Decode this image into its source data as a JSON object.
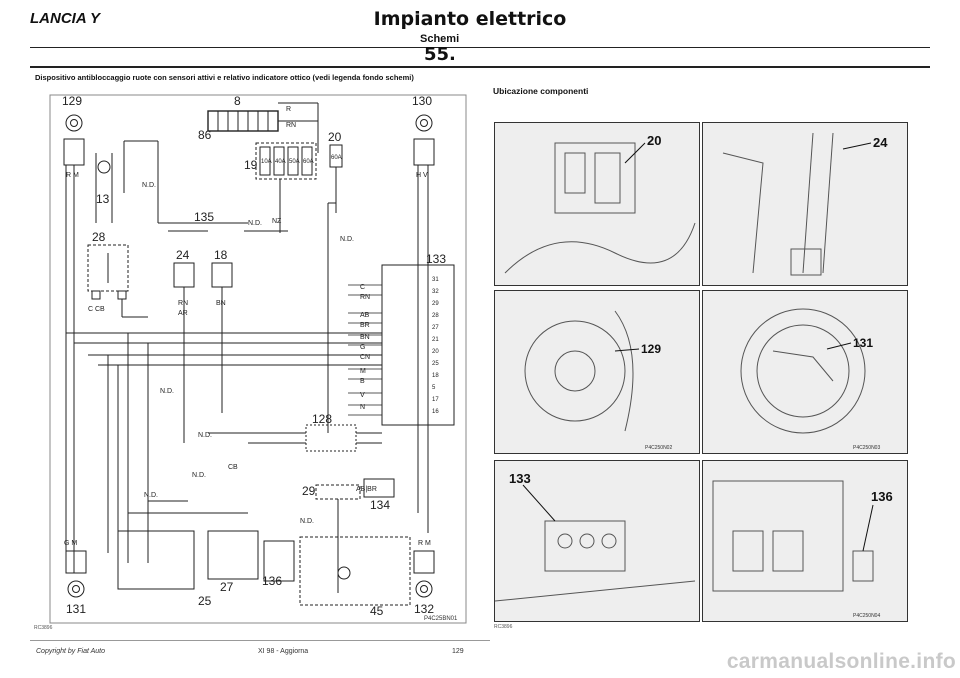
{
  "header": {
    "brand": "LANCIA Y",
    "title": "Impianto elettrico",
    "subtitle": "Schemi",
    "page_number": "55."
  },
  "diagram": {
    "caption": "Dispositivo antibloccaggio ruote con sensori attivi e relativo indicatore ottico (vedi legenda fondo schemi)",
    "ref_code": "P4C25BN01",
    "corner_code": "RC3896",
    "components": {
      "c129": "129",
      "c8": "8",
      "c130": "130",
      "c86": "86",
      "c20": "20",
      "c19": "19",
      "c13": "13",
      "c135": "135",
      "c28": "28",
      "c24": "24",
      "c18": "18",
      "c133": "133",
      "c128": "128",
      "c29": "29",
      "c134": "134",
      "c131": "131",
      "c27": "27",
      "c136": "136",
      "c25": "25",
      "c45": "45",
      "c132": "132"
    },
    "wire_labels": {
      "nd": "N.D.",
      "n": "N",
      "r": "R",
      "rn": "RN",
      "bn": "BN",
      "nz": "NZ",
      "ar": "AR",
      "c": "C",
      "cb": "CB",
      "cn": "CN",
      "m": "M",
      "v": "V",
      "b": "B",
      "g": "G",
      "ab": "AB",
      "br": "BR",
      "hv": "H V",
      "gm": "G M",
      "rm": "R M",
      "ccb": "C CB",
      "ab_br": "AB|BR"
    },
    "fuses": [
      "10A",
      "40A",
      "50A",
      "60A"
    ],
    "fuse_single": "60A",
    "connector_pins": [
      "31",
      "32",
      "29",
      "28",
      "27",
      "21",
      "20",
      "25",
      "18",
      "5",
      "17",
      "16"
    ]
  },
  "right_panel": {
    "title": "Ubicazione componenti",
    "photos": [
      {
        "label": "20",
        "code": ""
      },
      {
        "label": "24",
        "code": ""
      },
      {
        "label": "129",
        "code": "P4C250N02"
      },
      {
        "label": "131",
        "code": "P4C250N03"
      },
      {
        "label": "133",
        "code": ""
      },
      {
        "label": "136",
        "code": "P4C250N04"
      }
    ],
    "corner_code": "RC3896"
  },
  "footer": {
    "copyright": "Copyright by Fiat Auto",
    "edition": "XI 98 - Aggiorna",
    "page": "129"
  },
  "watermark": "carmanualsonline.info"
}
